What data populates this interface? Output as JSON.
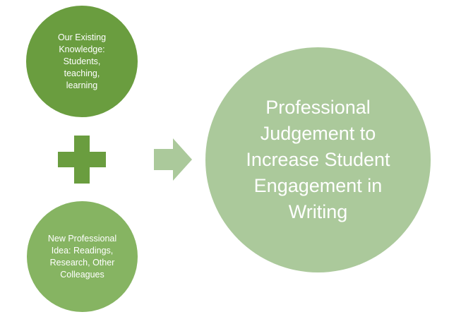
{
  "nodes": {
    "existing_knowledge": "Our Existing Knowledge: Students, teaching, learning",
    "new_idea": "New Professional Idea: Readings, Research, Other Colleagues",
    "result": "Professional Judgement to Increase Student Engagement in Writing"
  },
  "icons": {
    "plus": "plus-icon",
    "arrow": "right-arrow-icon"
  },
  "colors": {
    "top_circle": "#6a9d3f",
    "bottom_circle": "#86b462",
    "result_circle": "#abc99b",
    "plus": "#6a9d3f",
    "arrow": "#abc99b"
  }
}
